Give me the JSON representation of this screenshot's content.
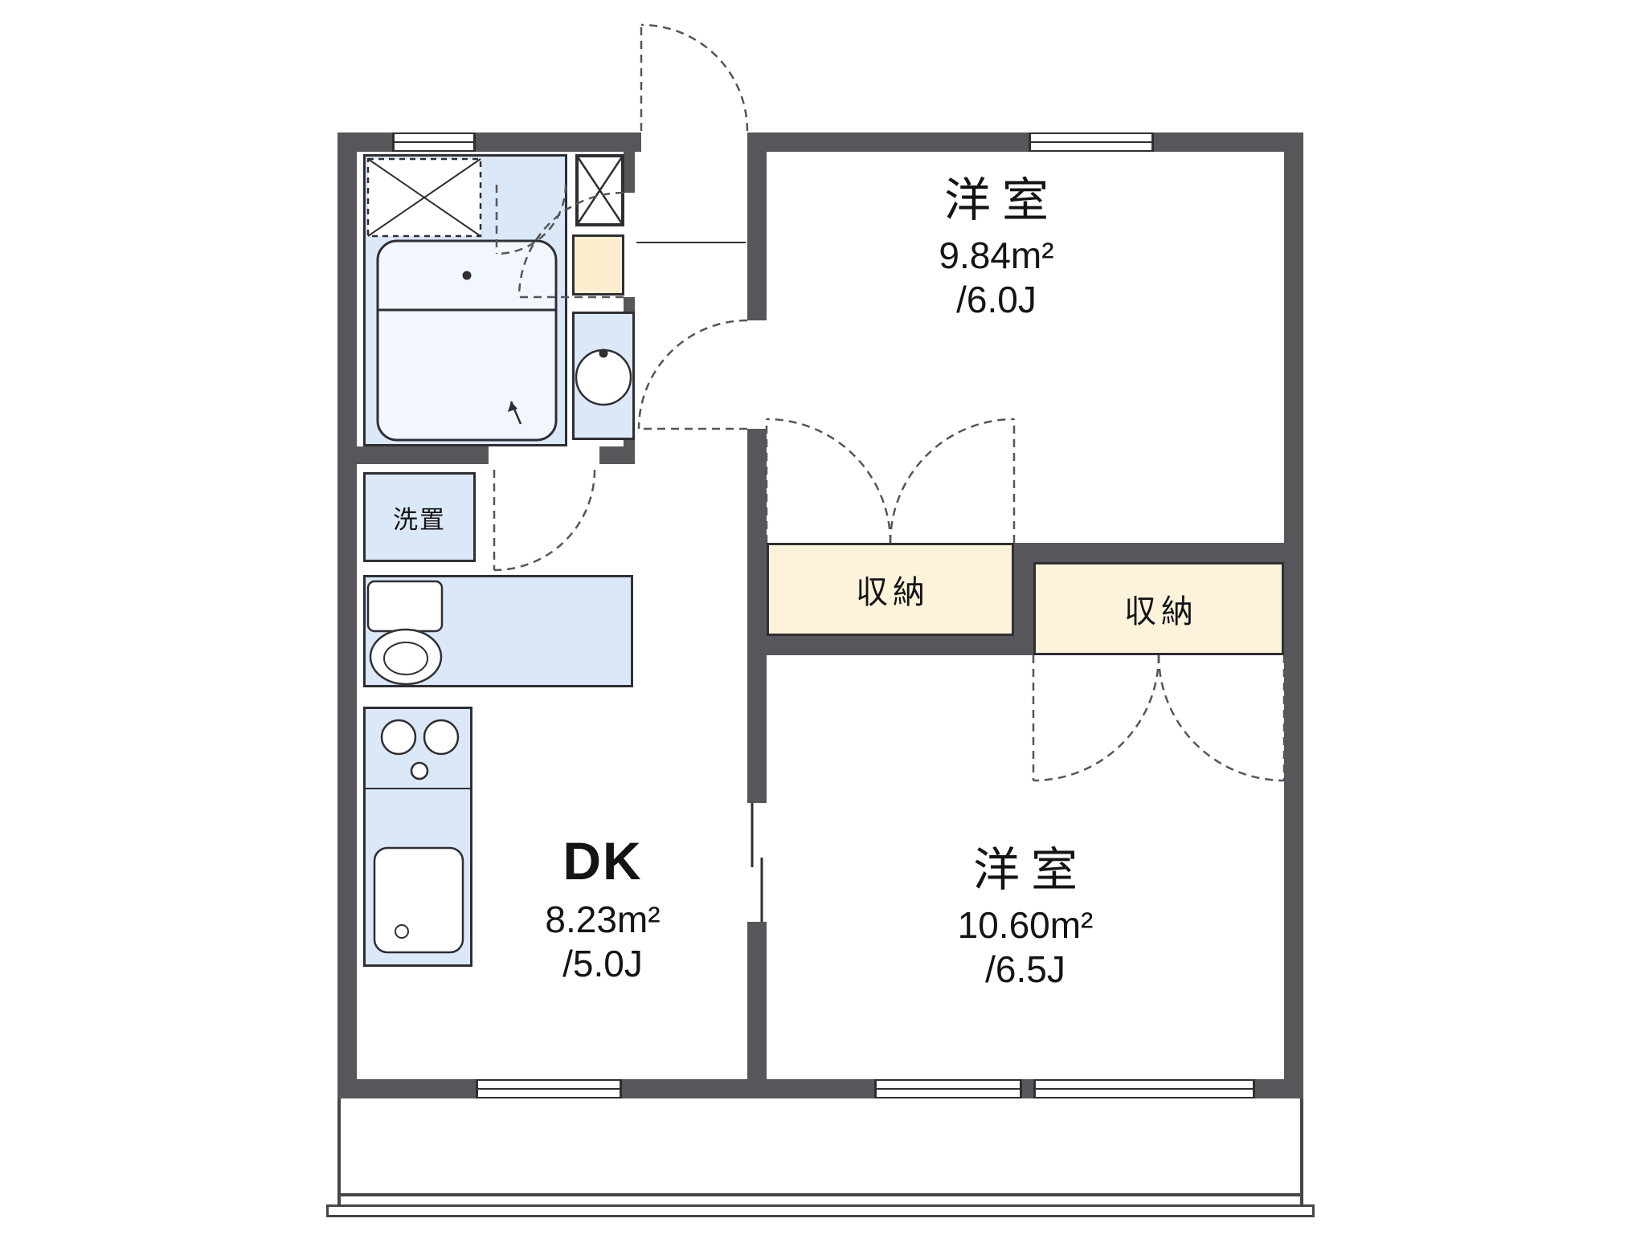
{
  "floorplan": {
    "rooms": {
      "bedroom_top": {
        "label": "洋室",
        "area": "9.84m²",
        "tatami": "/6.0J"
      },
      "bedroom_bottom": {
        "label": "洋室",
        "area": "10.60m²",
        "tatami": "/6.5J"
      },
      "dining_kitchen": {
        "label": "DK",
        "area": "8.23m²",
        "tatami": "/5.0J"
      },
      "closet_left": {
        "label": "収納"
      },
      "closet_right": {
        "label": "収納"
      },
      "laundry_space": {
        "label": "洗置"
      }
    },
    "colors": {
      "wall": "#57565A",
      "water_area_fill": "#DBE8F8",
      "storage_fill": "#FCF3DA",
      "utility_fill": "#FDEED0",
      "line": "#2F2F33"
    }
  }
}
